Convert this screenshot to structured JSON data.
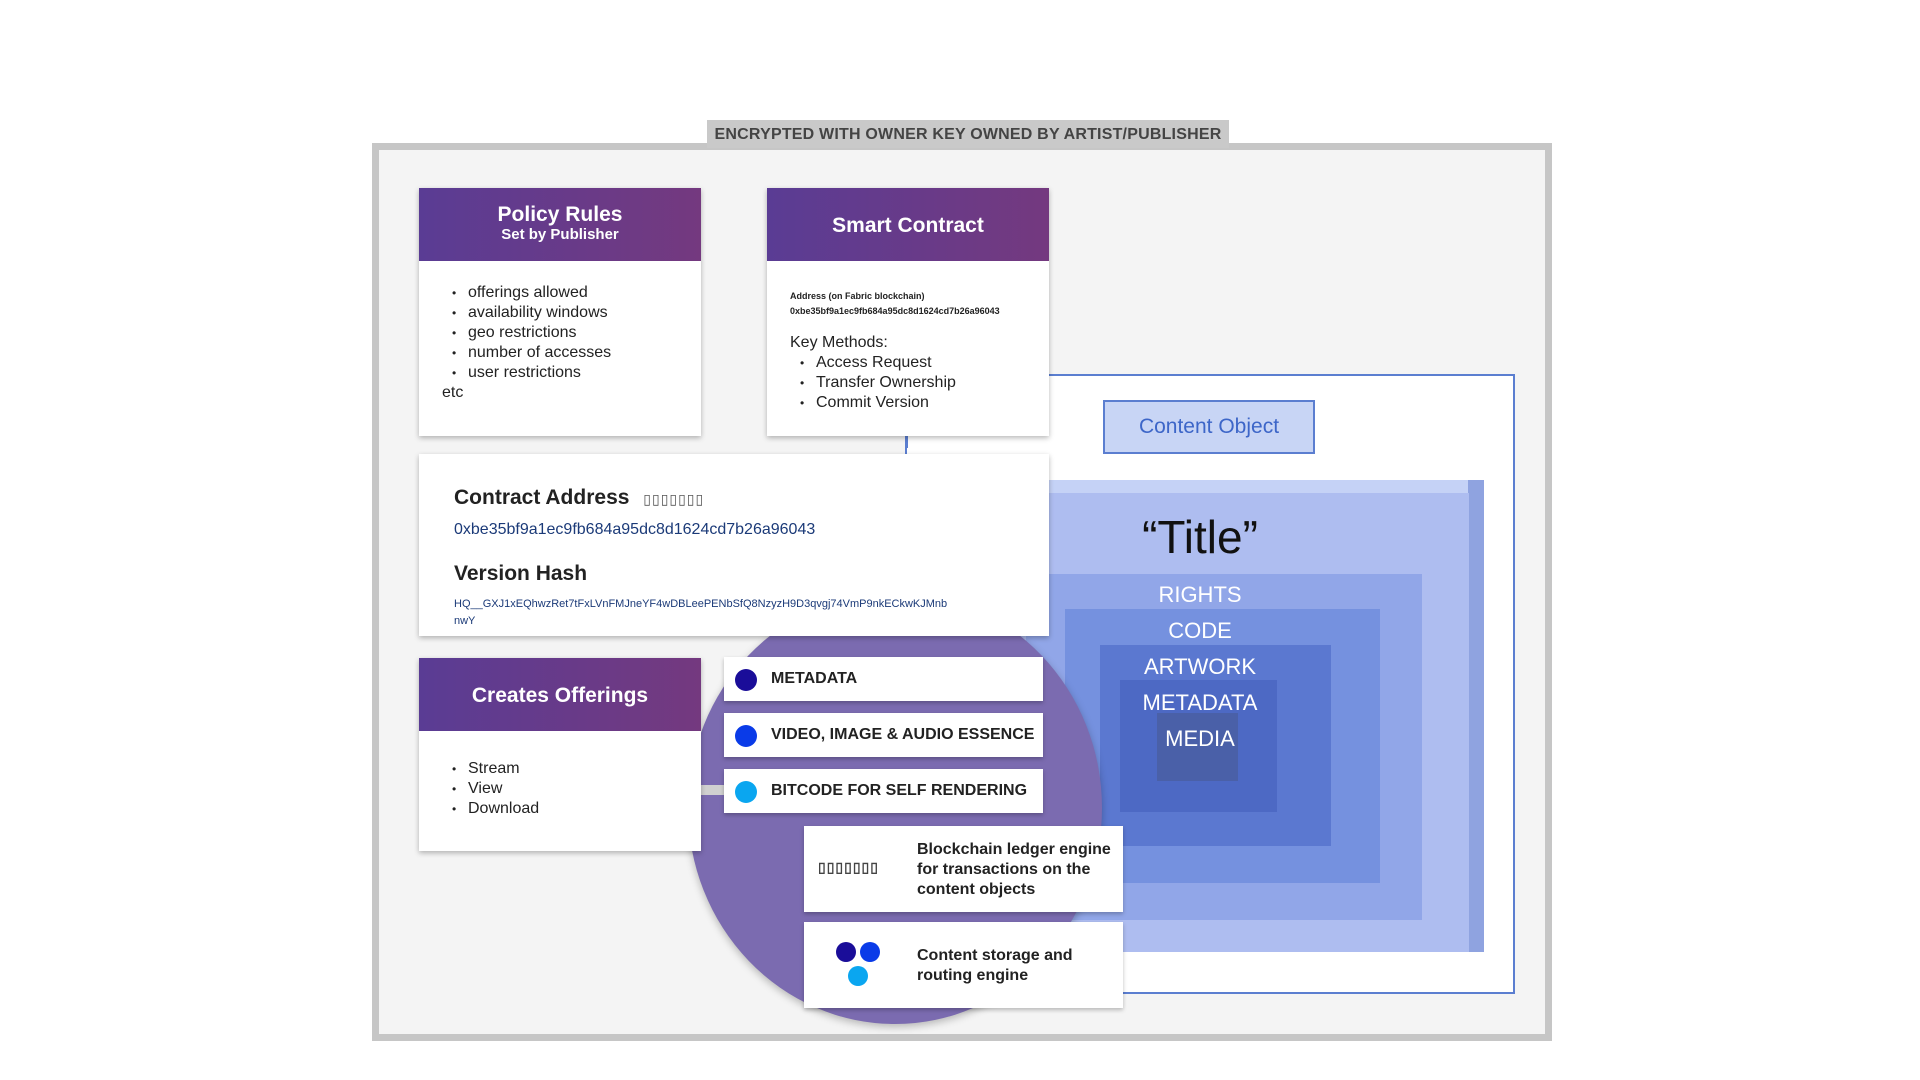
{
  "encryption_banner": "ENCRYPTED WITH OWNER KEY OWNED BY ARTIST/PUBLISHER",
  "policy": {
    "title": "Policy Rules",
    "subtitle": "Set by Publisher",
    "items": [
      "offerings allowed",
      "availability windows",
      "geo restrictions",
      "number of accesses",
      "user restrictions"
    ],
    "trailer": "etc"
  },
  "smart_contract": {
    "title": "Smart Contract",
    "address_label": "Address (on Fabric blockchain)",
    "address_value": "0xbe35bf9a1ec9fb684a95dc8d1624cd7b26a96043",
    "methods_label": "Key Methods:",
    "methods": [
      "Access Request",
      "Transfer Ownership",
      "Commit Version"
    ]
  },
  "content_object": {
    "label": "Content Object",
    "title": "“Title”",
    "layers": [
      "RIGHTS",
      "CODE",
      "ARTWORK",
      "METADATA",
      "MEDIA"
    ]
  },
  "contract_info": {
    "address_heading": "Contract Address",
    "address_glyphs": "▯▯▯▯▯▯▯",
    "address_value": "0xbe35bf9a1ec9fb684a95dc8d1624cd7b26a96043",
    "hash_heading": "Version Hash",
    "hash_line1": "HQ__GXJ1xEQhwzRet7tFxLVnFMJneYF4wDBLeePENbSfQ8NzyzH9D3qvgj74VmP9nkECkwKJMnb",
    "hash_line2": "nwY"
  },
  "offerings": {
    "title": "Creates Offerings",
    "items": [
      "Stream",
      "View",
      "Download"
    ]
  },
  "parts": [
    {
      "label": "METADATA",
      "color": "#1a0d99"
    },
    {
      "label": "VIDEO, IMAGE & AUDIO ESSENCE",
      "color": "#0a3be8"
    },
    {
      "label": "BITCODE FOR SELF RENDERING",
      "color": "#0aa6f0"
    }
  ],
  "engines": {
    "blockchain_glyphs": "▯▯▯▯▯▯▯",
    "blockchain_text": "Blockchain ledger engine for transactions on the content objects",
    "storage_text": "Content storage and routing engine",
    "storage_dot_colors": [
      "#1a0d99",
      "#0a3be8",
      "#0aa6f0"
    ]
  }
}
